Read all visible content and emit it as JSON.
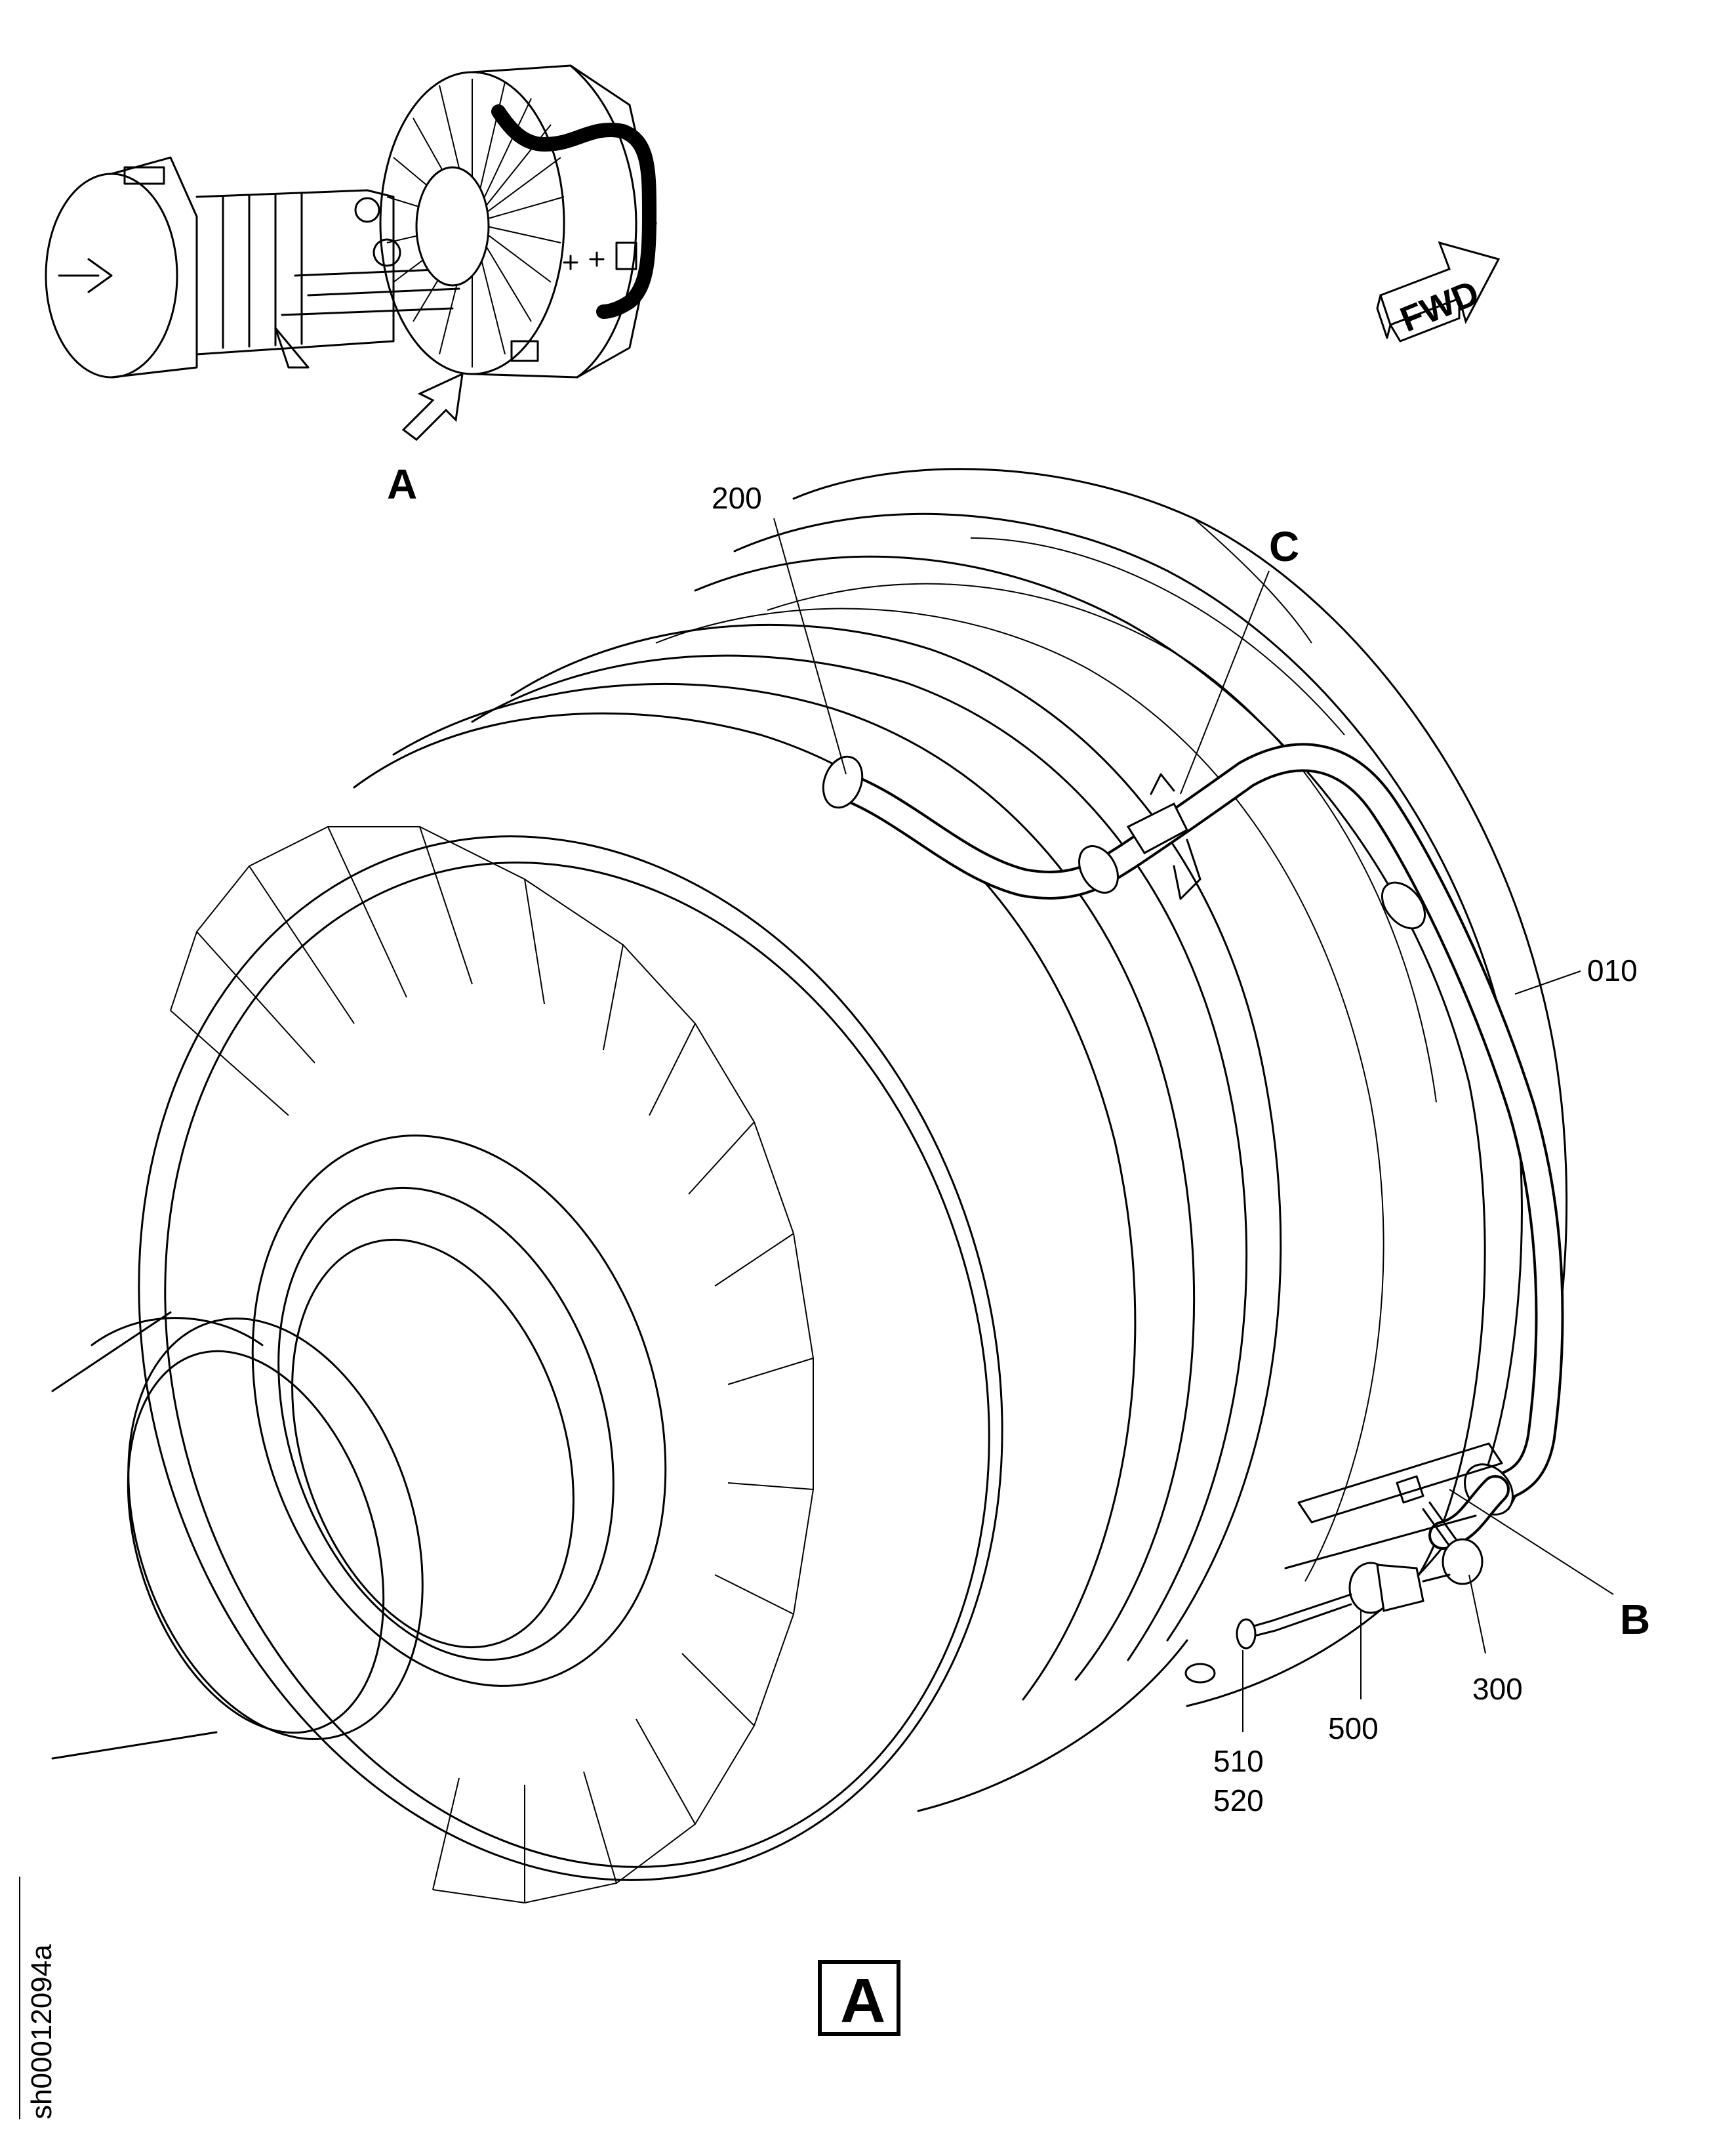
{
  "views": {
    "inset_arrow_label": "A",
    "section_box_label": "A"
  },
  "direction": {
    "label": "FWD"
  },
  "callouts": {
    "c200": "200",
    "c010": "010",
    "c300": "300",
    "c500": "500",
    "c510": "510",
    "c520": "520",
    "viewB": "B",
    "viewC": "C"
  },
  "document": {
    "sheet_id": "sh00012094a"
  }
}
